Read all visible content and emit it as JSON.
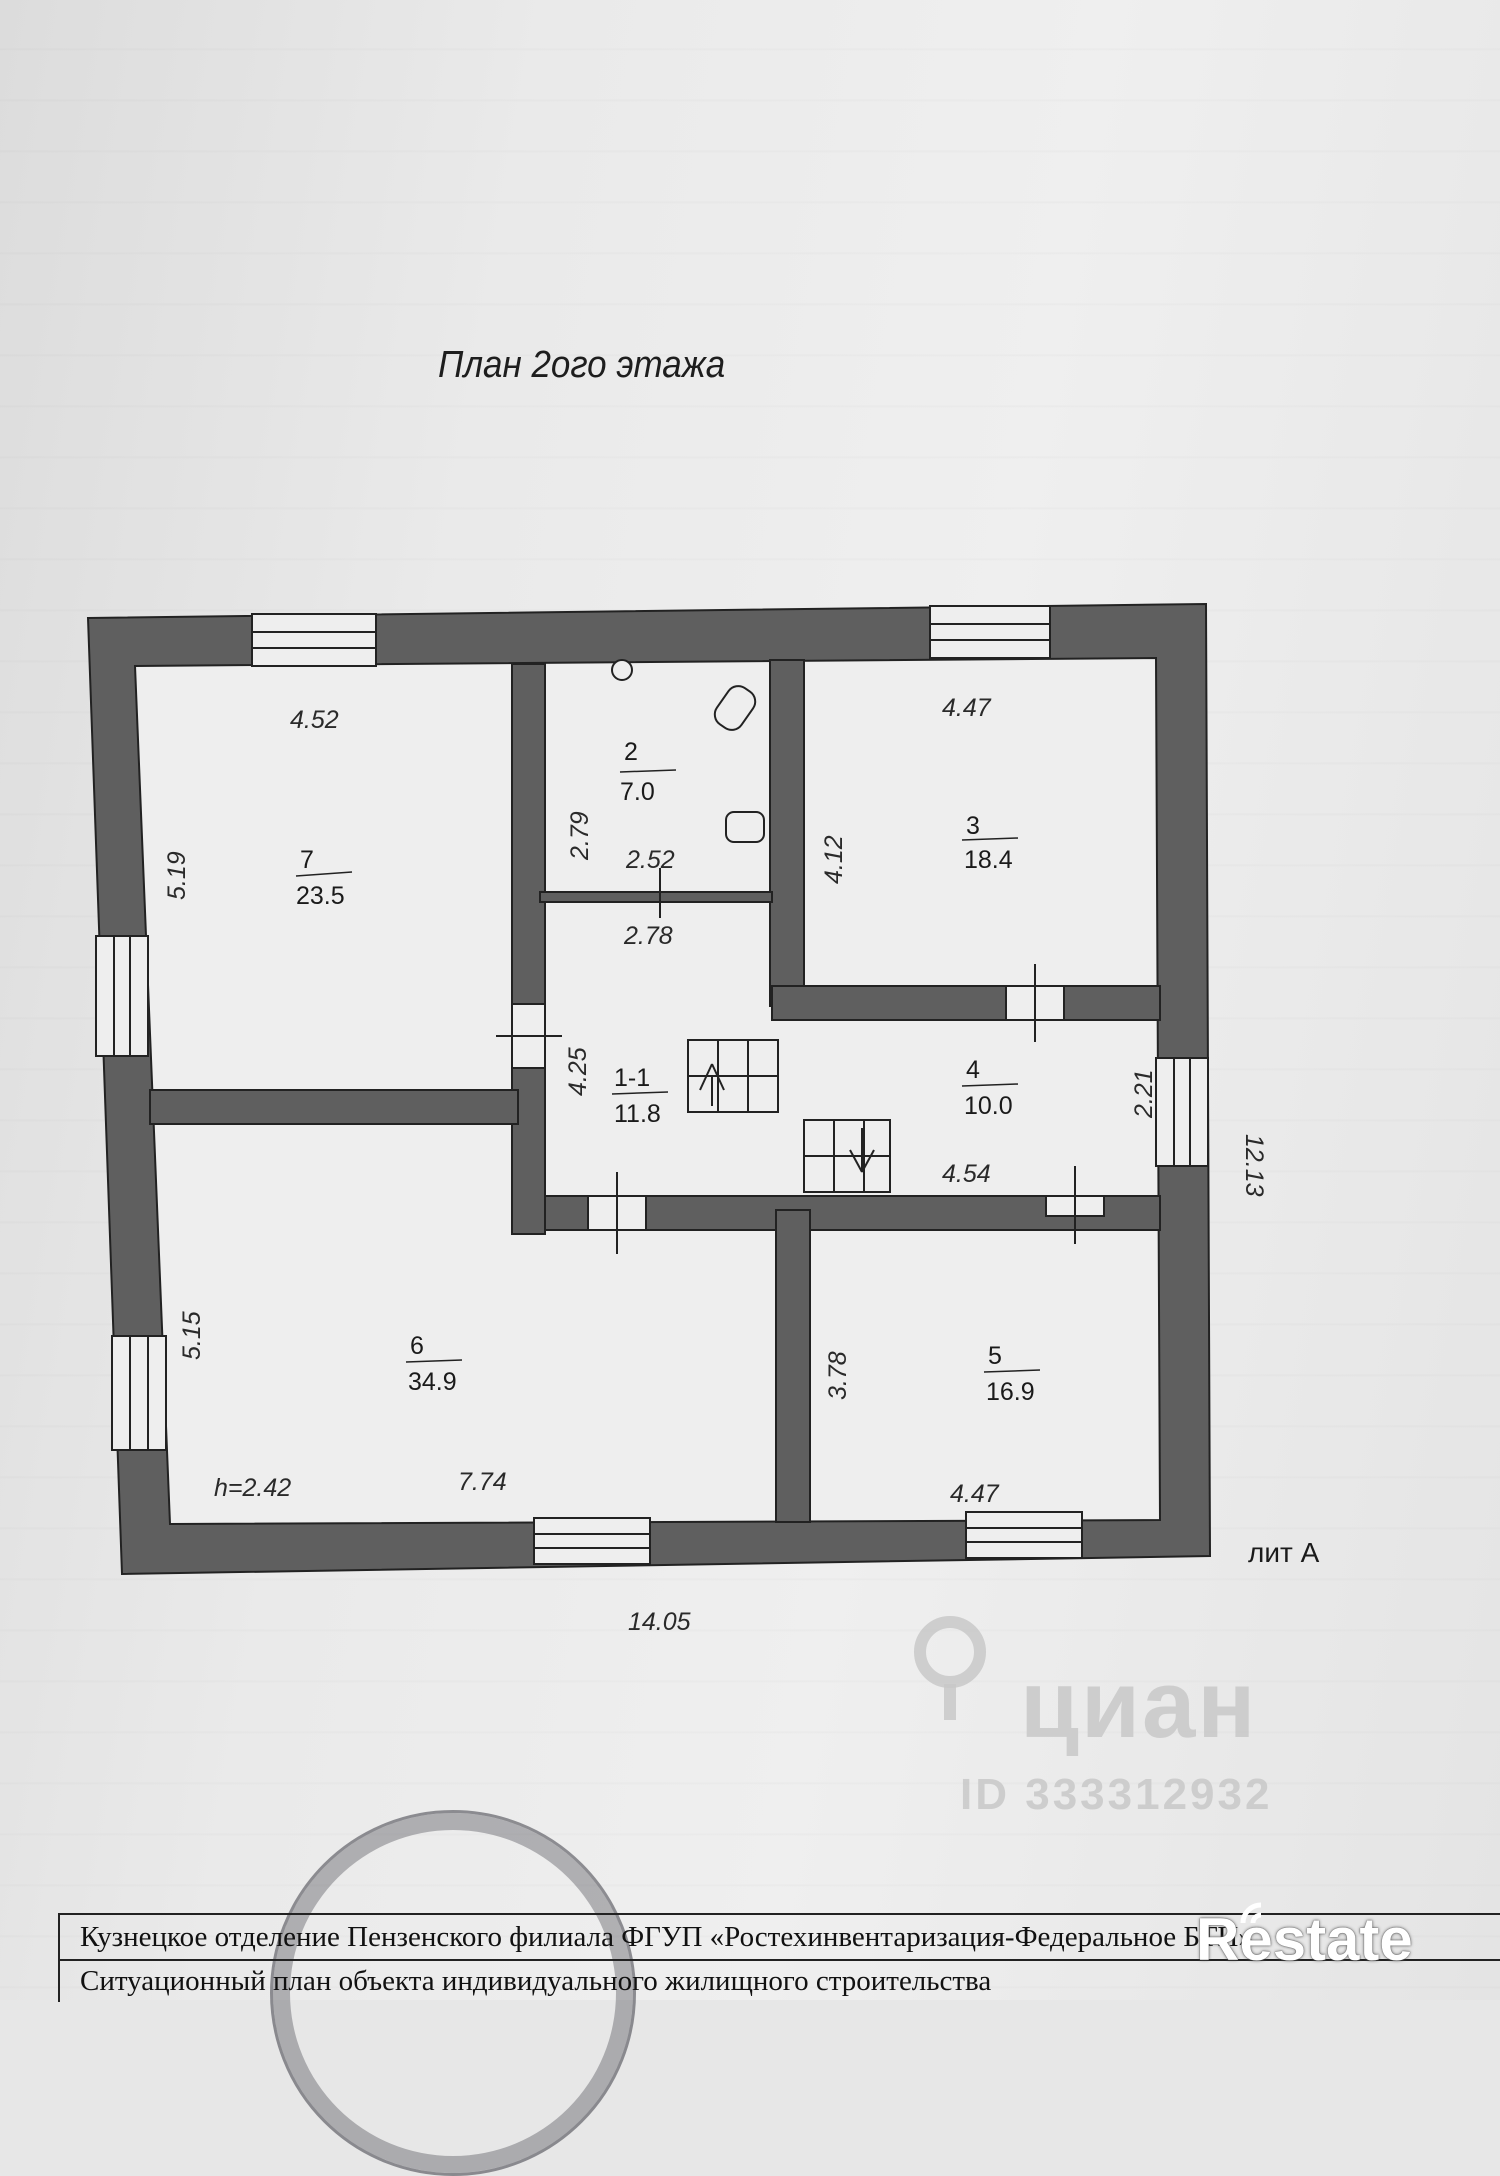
{
  "title": "План 2ого этажа",
  "lit_label": "лит А",
  "height_label": "h=2.42",
  "overall": {
    "width": "14.05",
    "depth": "12.13"
  },
  "rooms": [
    {
      "number": "7",
      "area": "23.5"
    },
    {
      "number": "2",
      "area": "7.0"
    },
    {
      "number": "3",
      "area": "18.4"
    },
    {
      "number": "1-1",
      "area": "11.8"
    },
    {
      "number": "4",
      "area": "10.0"
    },
    {
      "number": "6",
      "area": "34.9"
    },
    {
      "number": "5",
      "area": "16.9"
    }
  ],
  "dimensions": {
    "room7_width": "4.52",
    "room7_depth": "5.19",
    "room2_depth": "2.79",
    "room2_width": "2.52",
    "hall_width": "2.78",
    "room3_width": "4.47",
    "room3_depth": "4.12",
    "hall_depth": "4.25",
    "room4_depth": "2.21",
    "room4_width": "4.54",
    "room6_depth": "5.15",
    "room6_width": "7.74",
    "room5_depth": "3.78",
    "room5_width": "4.47"
  },
  "footer": {
    "line1": "Кузнецкое отделение Пензенского филиала ФГУП «Ростехинвентаризация-Федеральное БТИ»",
    "line2": "Ситуационный план объекта индивидуального жилищного строительства"
  },
  "watermark": {
    "brand": "циан",
    "id": "ID 333312932"
  },
  "logo": "Restate",
  "colors": {
    "wall": "#5f5f5f",
    "paper": "#ebebeb",
    "ink": "#1a1a1a"
  }
}
